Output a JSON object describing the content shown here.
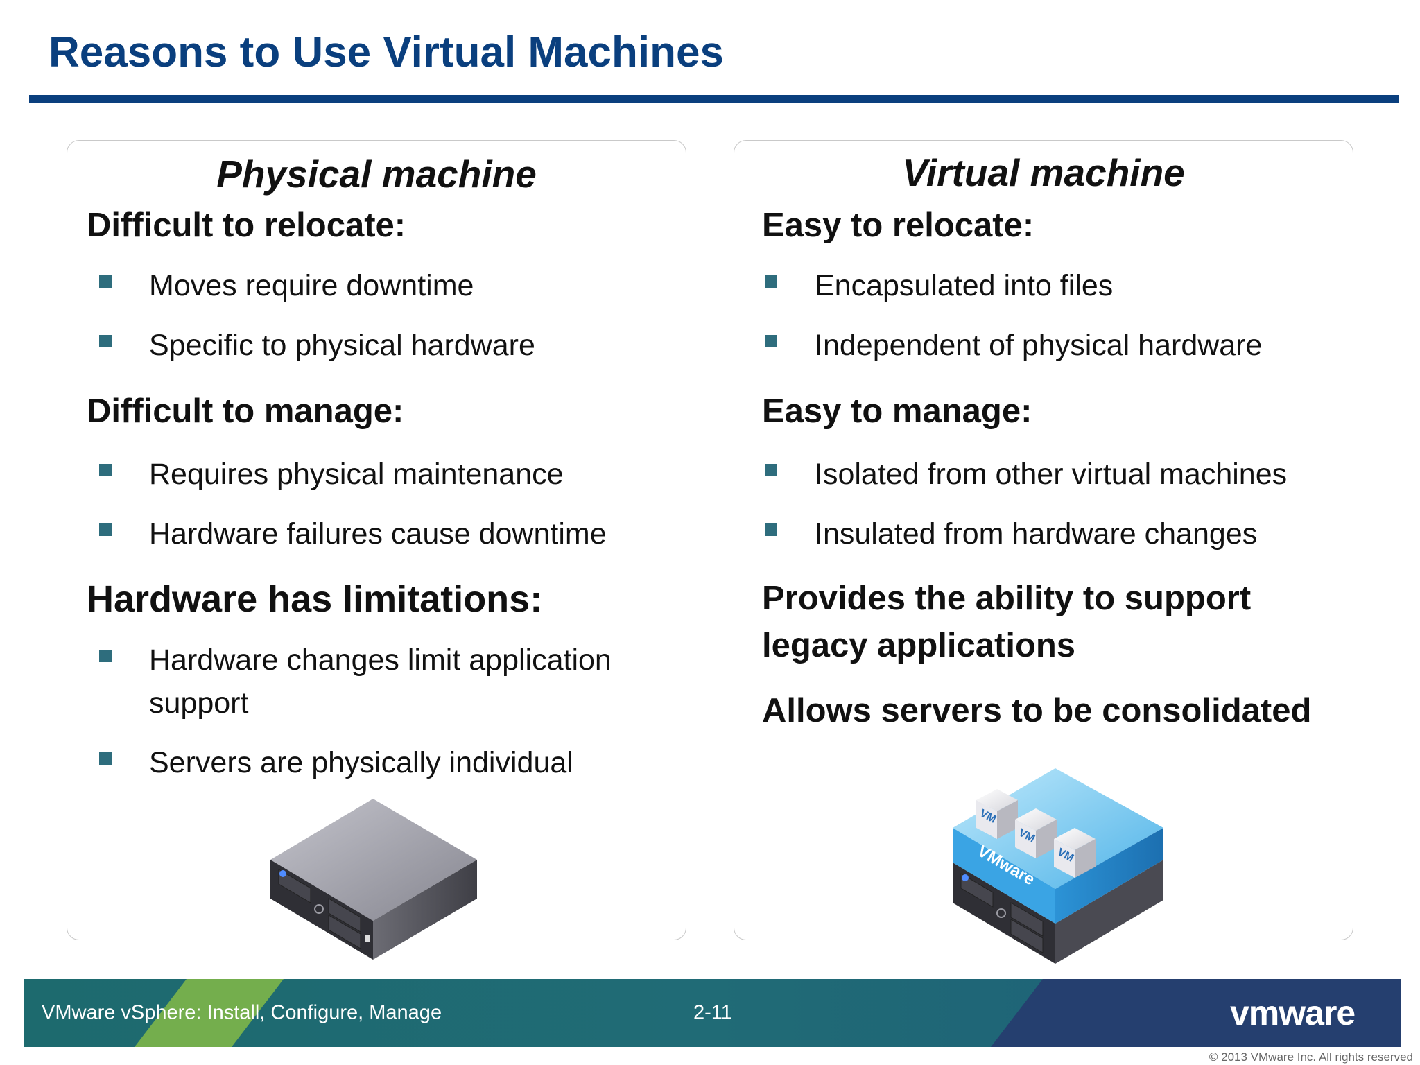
{
  "slide": {
    "title": "Reasons to Use Virtual Machines"
  },
  "left": {
    "title": "Physical machine",
    "sections": [
      {
        "heading": "Difficult to relocate:",
        "bullets": [
          "Moves require downtime",
          "Specific to physical hardware"
        ]
      },
      {
        "heading": "Difficult to manage:",
        "bullets": [
          "Requires physical maintenance",
          "Hardware failures cause downtime"
        ]
      },
      {
        "heading": "Hardware has limitations:",
        "bullets": [
          "Hardware changes limit application support",
          "Servers are physically individual"
        ]
      }
    ]
  },
  "right": {
    "title": "Virtual machine",
    "sections": [
      {
        "heading": "Easy to relocate:",
        "bullets": [
          "Encapsulated into files",
          "Independent of physical hardware"
        ]
      },
      {
        "heading": "Easy to manage:",
        "bullets": [
          "Isolated from other virtual machines",
          "Insulated from hardware changes"
        ]
      }
    ],
    "statements": [
      "Provides the ability to support legacy applications",
      "Allows servers to be consolidated"
    ],
    "vm_labels": [
      "VM",
      "VM",
      "VM"
    ],
    "layer_label": "VMware"
  },
  "footer": {
    "course": "VMware vSphere: Install, Configure, Manage",
    "page": "2-11",
    "logo": "vmware",
    "copyright": "© 2013 VMware Inc. All rights reserved"
  },
  "colors": {
    "title": "#0a3f7e",
    "bullet": "#2e6d7d",
    "footer_teal": "#206b76",
    "footer_navy": "#253f6f",
    "footer_green": "#7db649"
  }
}
